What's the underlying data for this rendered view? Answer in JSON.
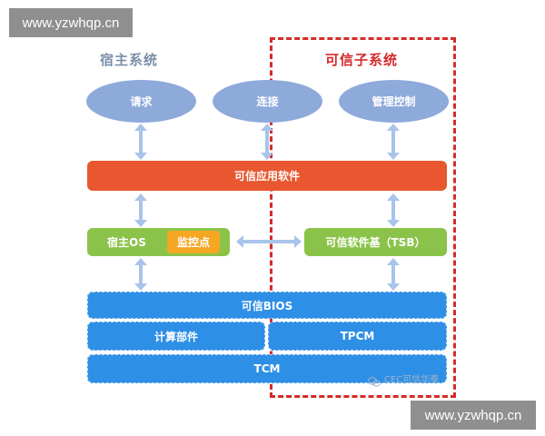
{
  "watermark": {
    "text": "www.yzwhqp.cn"
  },
  "sections": {
    "host": "宿主系统",
    "trusted": "可信子系统"
  },
  "ellipses": {
    "request": "请求",
    "connect": "连接",
    "management": "管理控制"
  },
  "layers": {
    "trusted_app": "可信应用软件",
    "host_os": "宿主OS",
    "monitor": "监控点",
    "tsb": "可信软件基（TSB）",
    "bios": "可信BIOS",
    "compute": "计算部件",
    "tpcm": "TPCM",
    "tcm": "TCM"
  },
  "logo": {
    "text": "CEC可信华泰"
  },
  "colors": {
    "orange": "#e8572f",
    "green": "#8bc34a",
    "blue": "#2e8fe6",
    "ellipse": "#8eaadb",
    "frame_red": "#d42b2b",
    "arrow": "#a9c4ea"
  }
}
